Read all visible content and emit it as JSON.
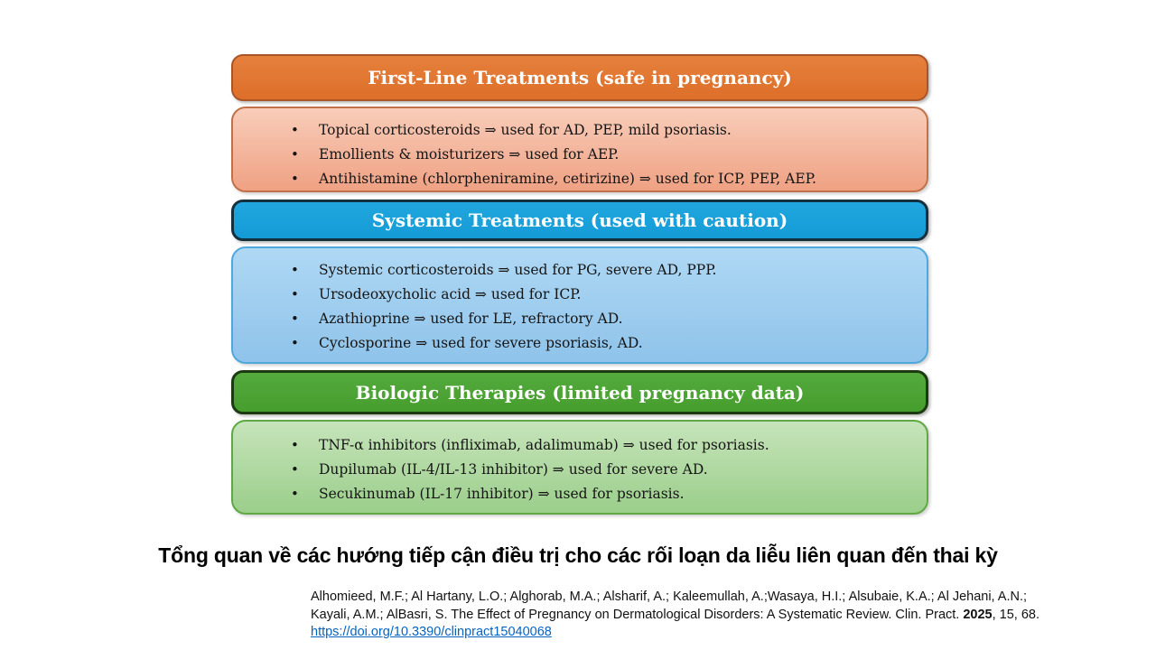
{
  "sections": [
    {
      "id": "first-line",
      "header": "First-Line Treatments (safe in pregnancy)",
      "items": [
        "Topical corticosteroids ⇒ used for AD, PEP, mild psoriasis.",
        "Emollients & moisturizers ⇒ used for AEP.",
        "Antihistamine (chlorpheniramine, cetirizine) ⇒ used for ICP, PEP, AEP."
      ],
      "palette": {
        "header_fill": "#df7330",
        "header_border": "#aa5527",
        "body_fill_top": "#f8cdba",
        "body_fill_bottom": "#efa183",
        "body_border": "#c0714a"
      }
    },
    {
      "id": "systemic",
      "header": "Systemic Treatments (used with caution)",
      "items": [
        "Systemic corticosteroids ⇒ used for PG, severe AD, PPP.",
        "Ursodeoxycholic acid ⇒ used for ICP.",
        "Azathioprine ⇒ used for LE, refractory AD.",
        "Cyclosporine ⇒ used for severe psoriasis, AD."
      ],
      "palette": {
        "header_fill": "#199fd9",
        "header_border": "#14303f",
        "body_fill_top": "#afd8f4",
        "body_fill_bottom": "#8fc3ea",
        "body_border": "#4fa8db"
      }
    },
    {
      "id": "biologic",
      "header": "Biologic Therapies (limited pregnancy data)",
      "items": [
        "TNF-α inhibitors (infliximab, adalimumab) ⇒ used for psoriasis.",
        "Dupilumab (IL-4/IL-13 inhibitor) ⇒ used for severe AD.",
        "Secukinumab (IL-17 inhibitor) ⇒ used for psoriasis."
      ],
      "palette": {
        "header_fill": "#4ca436",
        "header_border": "#1c3a12",
        "body_fill_top": "#c6e4ba",
        "body_fill_bottom": "#9bce8b",
        "body_border": "#5fa845"
      }
    }
  ],
  "caption": "Tổng quan về các hướng tiếp cận điều trị cho các rối loạn da liễu liên quan đến thai kỳ",
  "citation": {
    "line1": "Alhomieed, M.F.; Al Hartany, L.O.; Alghorab, M.A.; Alsharif, A.; Kaleemullah, A.;Wasaya, H.I.; Alsubaie, K.A.; Al Jehani, A.N.;",
    "line2_pre": "Kayali, A.M.; AlBasri, S. The Effect of Pregnancy on Dermatological Disorders: A Systematic Review. Clin. Pract. ",
    "line2_bold": "2025",
    "line2_post": ", 15, 68.",
    "link": "https://doi.org/10.3390/clinpract15040068"
  }
}
